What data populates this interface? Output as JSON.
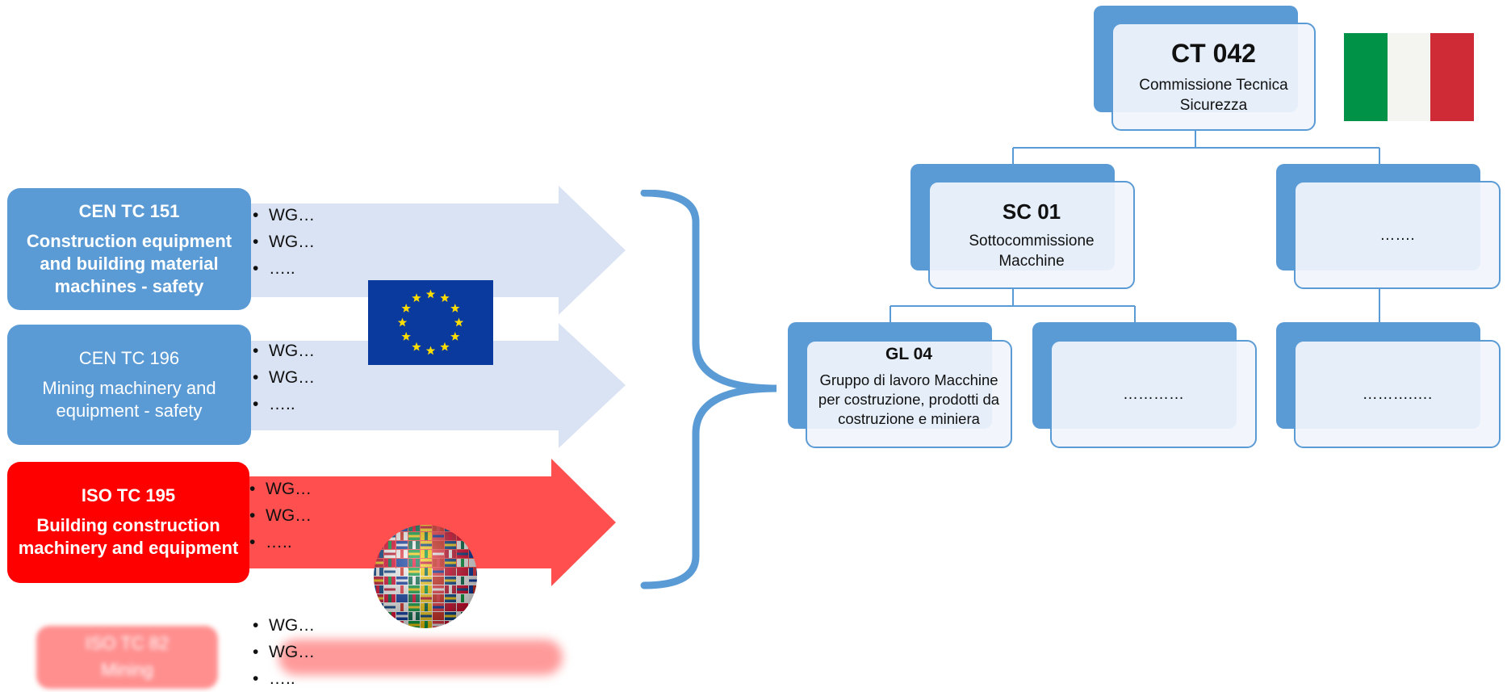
{
  "committees": [
    {
      "code": "CEN TC 151",
      "name": "Construction equipment and building material machines - safety",
      "wg": [
        "WG…",
        "WG…",
        "….."
      ]
    },
    {
      "code": "CEN TC 196",
      "name": "Mining machinery and equipment  - safety",
      "wg": [
        "WG…",
        "WG…",
        "….."
      ]
    },
    {
      "code": "ISO TC 195",
      "name": "Building construction machinery and equipment",
      "wg": [
        "WG…",
        "WG…",
        "….."
      ]
    },
    {
      "code": "ISO TC 82",
      "name": "Mining",
      "wg": [
        "WG…",
        "WG…",
        "….."
      ]
    }
  ],
  "org_chart": {
    "ct": {
      "code": "CT 042",
      "name": "Commissione Tecnica Sicurezza"
    },
    "sc": {
      "code": "SC 01",
      "name": "Sottocommissione Macchine"
    },
    "sc_other": {
      "label": "……."
    },
    "gl": {
      "code": "GL 04",
      "name": "Gruppo di lavoro Macchine per costruzione, prodotti da costruzione e miniera"
    },
    "gl_other": {
      "label": "…………"
    },
    "gl_other2": {
      "label": "……….…."
    }
  },
  "colors": {
    "cen_blue": "#5b9bd5",
    "arrow_blue": "#dae3f3",
    "iso_red": "#ff0000",
    "arrow_red": "#ff4f4f",
    "it_green": "#009246",
    "it_white": "#f4f5f0",
    "it_red": "#ce2b37",
    "eu_blue": "#0a3a9e",
    "eu_star": "#ffdd00"
  }
}
